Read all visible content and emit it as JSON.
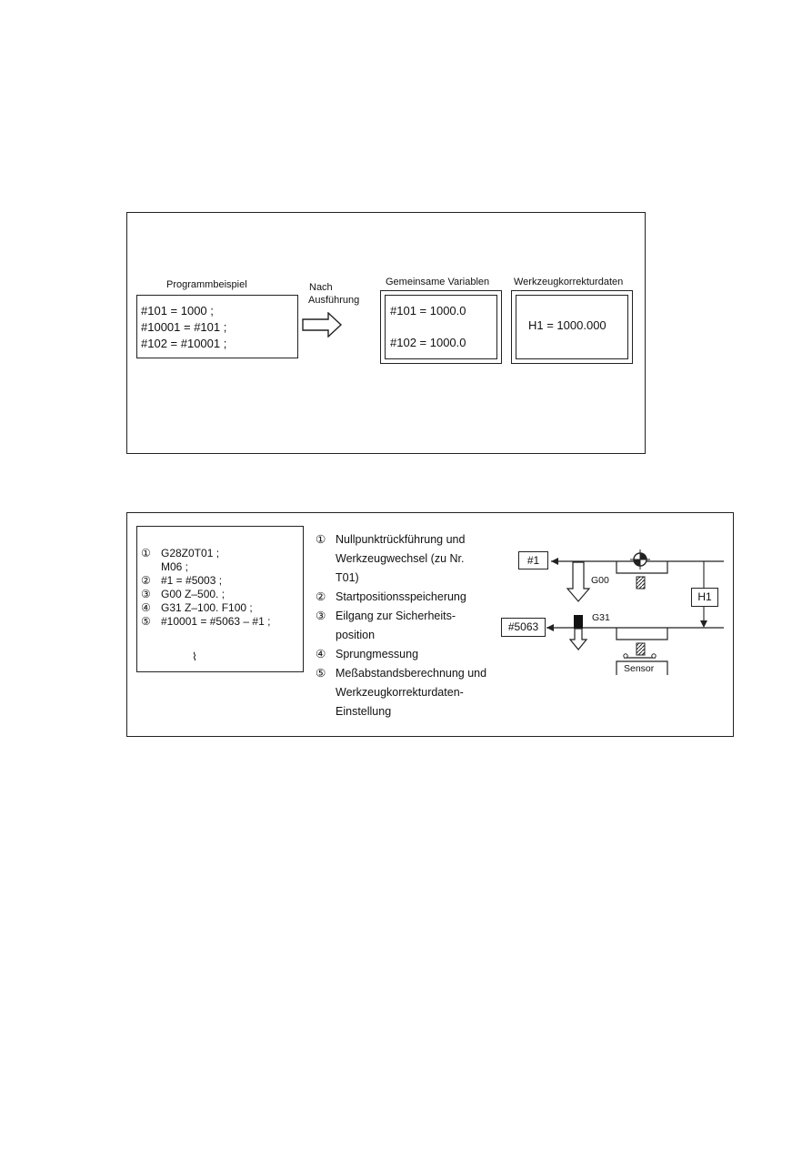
{
  "figure1": {
    "program_title": "Programmbeispiel",
    "program_lines": [
      "#101 = 1000 ;",
      "#10001 = #101 ;",
      "#102 = #10001 ;"
    ],
    "arrow_label_1": "Nach",
    "arrow_label_2": "Ausführung",
    "common_vars_title": "Gemeinsame Variablen",
    "common_vars_line1": "#101 = 1000.0",
    "common_vars_line2": "#102 = 1000.0",
    "tool_offset_title": "Werkzeugkorrekturdaten",
    "tool_offset_value": "H1 = 1000.000"
  },
  "figure2": {
    "code_lines": [
      {
        "num": "①",
        "text": "G28Z0T01 ;"
      },
      {
        "num": "",
        "text": "M06 ;"
      },
      {
        "num": "②",
        "text": "#1 = #5003 ;"
      },
      {
        "num": "③",
        "text": "G00 Z–500. ;"
      },
      {
        "num": "④",
        "text": "G31 Z–100. F100 ;"
      },
      {
        "num": "⑤",
        "text": "#10001 = #5063 – #1 ;"
      }
    ],
    "code_continuation": "⌇",
    "descriptions": [
      {
        "num": "①",
        "lines": [
          "Nullpunktrückführung und",
          "Werkzeugwechsel (zu Nr.",
          "T01)"
        ]
      },
      {
        "num": "②",
        "lines": [
          "Startpositionsspeicherung"
        ]
      },
      {
        "num": "③",
        "lines": [
          "Eilgang zur Sicherheits-",
          "position"
        ]
      },
      {
        "num": "④",
        "lines": [
          "Sprungmessung"
        ]
      },
      {
        "num": "⑤",
        "lines": [
          "Meßabstandsberechnung und",
          "Werkzeugkorrekturdaten-",
          "Einstellung"
        ]
      }
    ],
    "diagram": {
      "var1": "#1",
      "var2": "#5063",
      "g00": "G00",
      "g31": "G31",
      "h1": "H1",
      "sensor": "Sensor"
    }
  }
}
